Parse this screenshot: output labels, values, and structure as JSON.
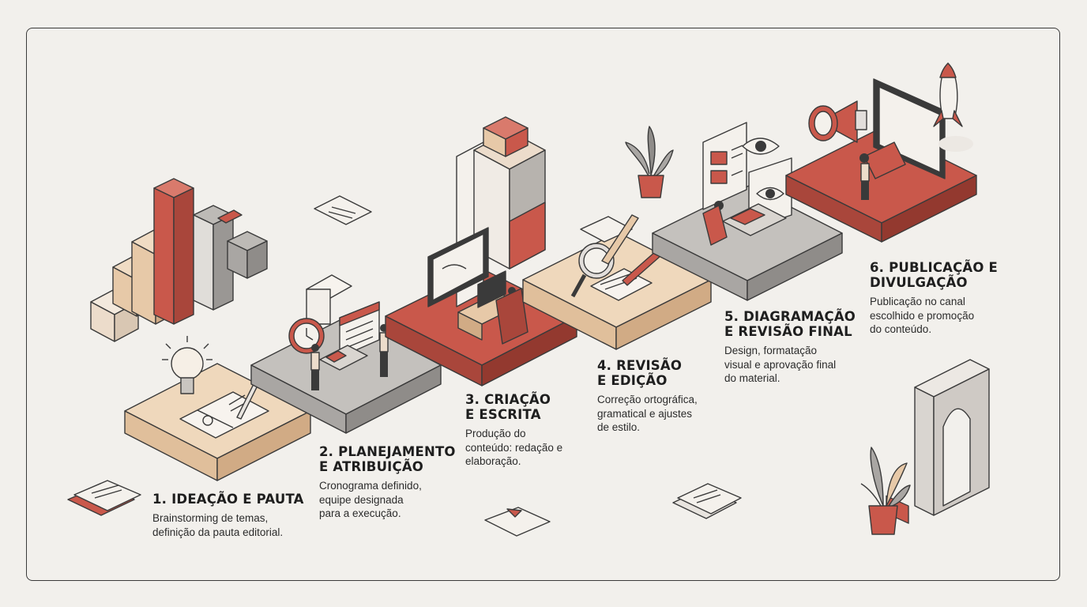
{
  "steps": [
    {
      "title1": "1. IDEAÇÃO E PAUTA",
      "title2": "",
      "desc": [
        "Brainstorming de temas,",
        "definição da pauta editorial."
      ]
    },
    {
      "title1": "2. PLANEJAMENTO",
      "title2": "E ATRIBUIÇÃO",
      "desc": [
        "Cronograma definido,",
        "equipe designada",
        "para a execução."
      ]
    },
    {
      "title1": "3. CRIAÇÃO",
      "title2": "E ESCRITA",
      "desc": [
        "Produção do",
        "conteúdo: redação e",
        "elaboração."
      ]
    },
    {
      "title1": "4. REVISÃO",
      "title2": "E EDIÇÃO",
      "desc": [
        "Correção ortográfica,",
        "gramatical e ajustes",
        "de estilo."
      ]
    },
    {
      "title1": "5. DIAGRAMAÇÃO",
      "title2": "E REVISÃO FINAL",
      "desc": [
        "Design, formatação",
        "visual e aprovação final",
        "do material."
      ]
    },
    {
      "title1": "6. PUBLICAÇÃO E",
      "title2": "DIVULGAÇÃO",
      "desc": [
        "Publicação no canal",
        "escolhido e promoção",
        "do conteúdo."
      ]
    }
  ],
  "colors": {
    "tan": "#e7c9a8",
    "gray": "#a9a6a3",
    "red": "#c9584b",
    "beige": "#ecdccb",
    "outline": "#3a3a3a"
  },
  "icons": [
    "bar-chart-icon",
    "lightbulb-icon",
    "notebook-icon",
    "clock-icon",
    "calendar-icon",
    "person-icon",
    "computer-icon",
    "magnifier-icon",
    "pen-icon",
    "eye-icon",
    "megaphone-icon",
    "rocket-icon",
    "monitor-icon",
    "plant-icon",
    "arch-icon",
    "paper-icon"
  ]
}
